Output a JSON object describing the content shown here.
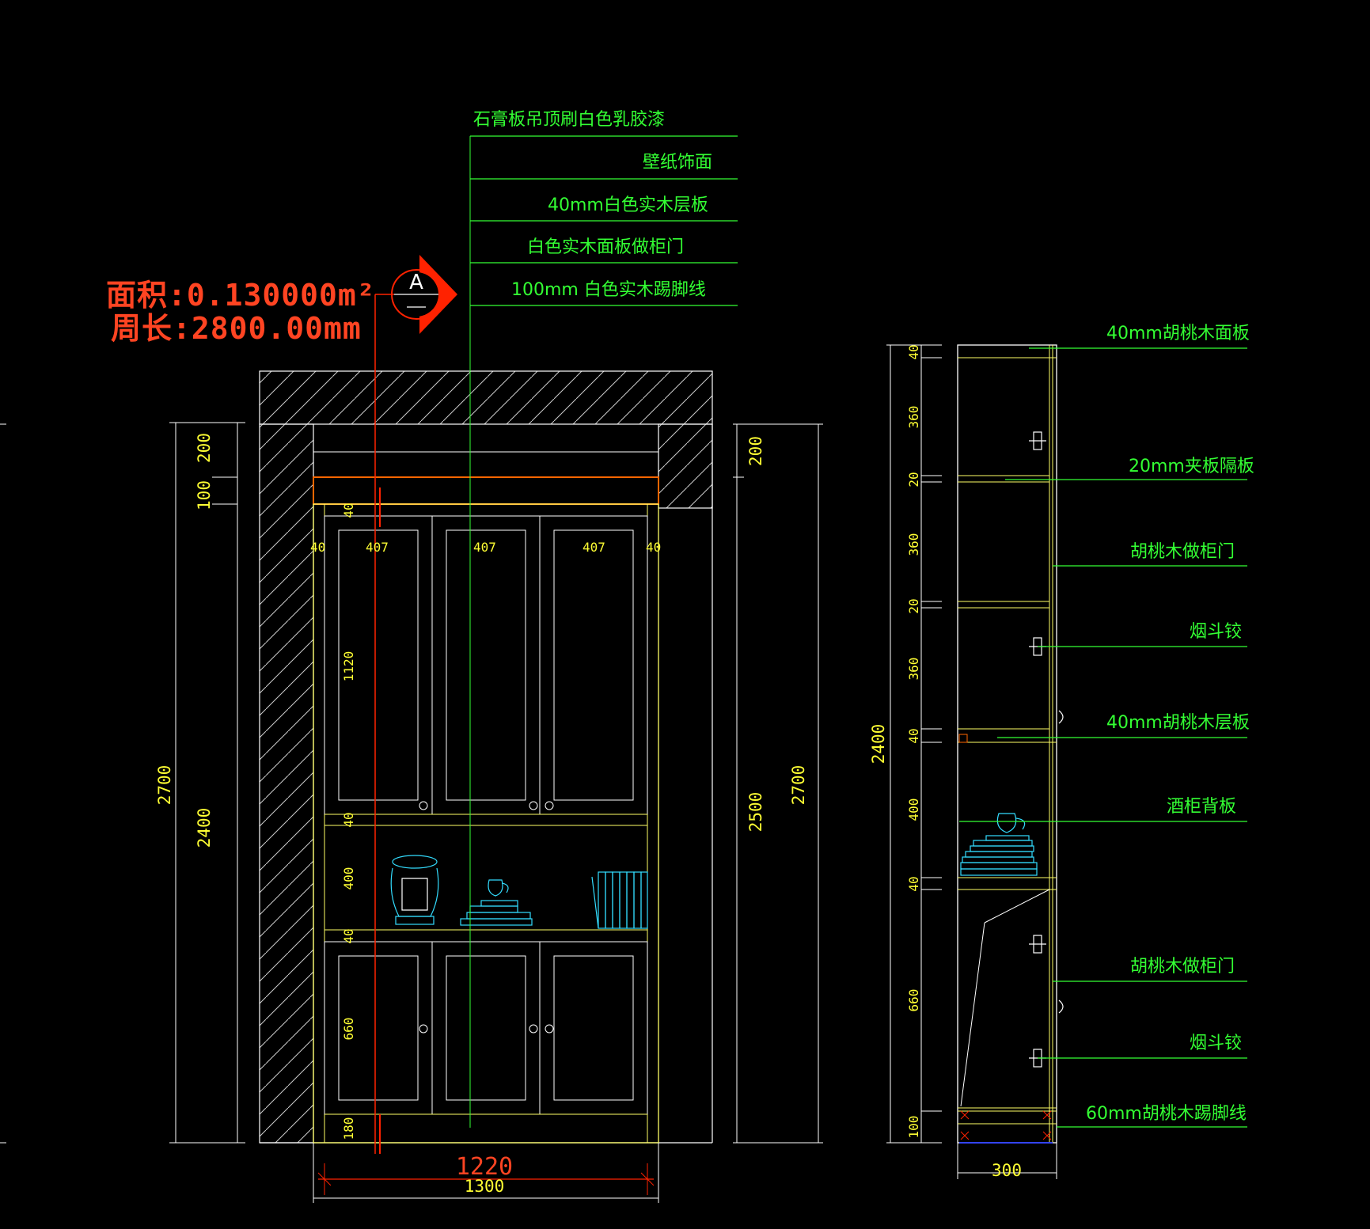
{
  "callouts_front": {
    "ceiling": "石膏板吊顶刷白色乳胶漆",
    "wallpaper": "壁纸饰面",
    "shelf": "40mm白色实木层板",
    "door": "白色实木面板做柜门",
    "skirting": "100mm 白色实木踢脚线"
  },
  "measure": {
    "area": "面积:0.130000m²",
    "perimeter": "周长:2800.00mm"
  },
  "section_symbol": "A",
  "front_dims": {
    "left_outer": "2700",
    "left_inner": "2400",
    "left_200": "200",
    "left_100": "100",
    "right_200": "200",
    "right_2500": "2500",
    "right_2700": "2700",
    "top_40": "40",
    "col_40_left": "40",
    "col_407_a": "407",
    "col_407_b": "407",
    "col_407_c": "407",
    "col_40_right": "40",
    "upper_1120": "1120",
    "shelf_40_a": "40",
    "open_400": "400",
    "shelf_40_b": "40",
    "lower_660": "660",
    "base_180": "180",
    "width_1220": "1220",
    "width_1300": "1300"
  },
  "side_dims": {
    "d1": "40",
    "d2": "360",
    "d3": "20",
    "d4": "360",
    "d5": "20",
    "d6": "360",
    "d7": "40",
    "d8": "400",
    "d9": "40",
    "d10": "660",
    "d11": "100",
    "total": "2400",
    "depth": "300"
  },
  "callouts_side": {
    "top_panel": "40mm胡桃木面板",
    "divider": "20mm夹板隔板",
    "door_upper": "胡桃木做柜门",
    "hinge_upper": "烟斗铰",
    "shelf": "40mm胡桃木层板",
    "back_panel": "酒柜背板",
    "door_lower": "胡桃木做柜门",
    "hinge_lower": "烟斗铰",
    "skirting": "60mm胡桃木踢脚线"
  },
  "colors": {
    "background": "#000000",
    "green": "#33ff33",
    "yellow": "#ffff33",
    "red": "#ff2200",
    "white": "#ffffff",
    "cyan": "#33ddff",
    "orange": "#ff6600"
  }
}
